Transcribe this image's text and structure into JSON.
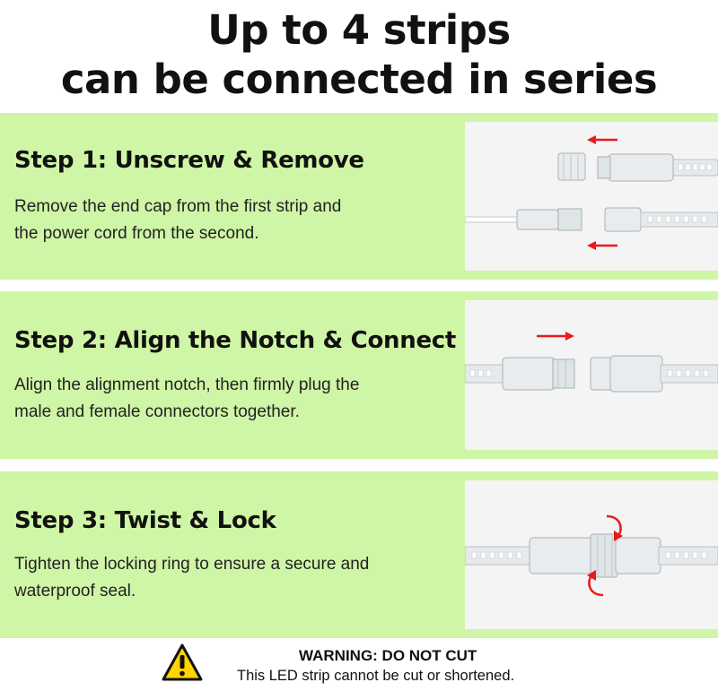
{
  "headline": {
    "line1": "Up to 4 strips",
    "line2": "can be connected in series"
  },
  "steps": [
    {
      "title": "Step 1: Unscrew & Remove",
      "desc_line1": "Remove the end cap from the first strip and",
      "desc_line2": "the power cord from the second."
    },
    {
      "title": "Step 2: Align the Notch & Connect",
      "desc_line1": "Align the alignment notch, then firmly plug the",
      "desc_line2": "male and female connectors together."
    },
    {
      "title": "Step 3: Twist & Lock",
      "desc_line1": "Tighten the locking ring to ensure a secure and",
      "desc_line2": "waterproof seal."
    }
  ],
  "warning": {
    "title": "WARNING: DO NOT CUT",
    "text": "This LED strip cannot be cut or shortened.",
    "icon": "warning-triangle-icon"
  },
  "colors": {
    "panel_bg": "#cff5a6",
    "arrow_red": "#e8191c",
    "warning_yellow": "#ffd400"
  }
}
